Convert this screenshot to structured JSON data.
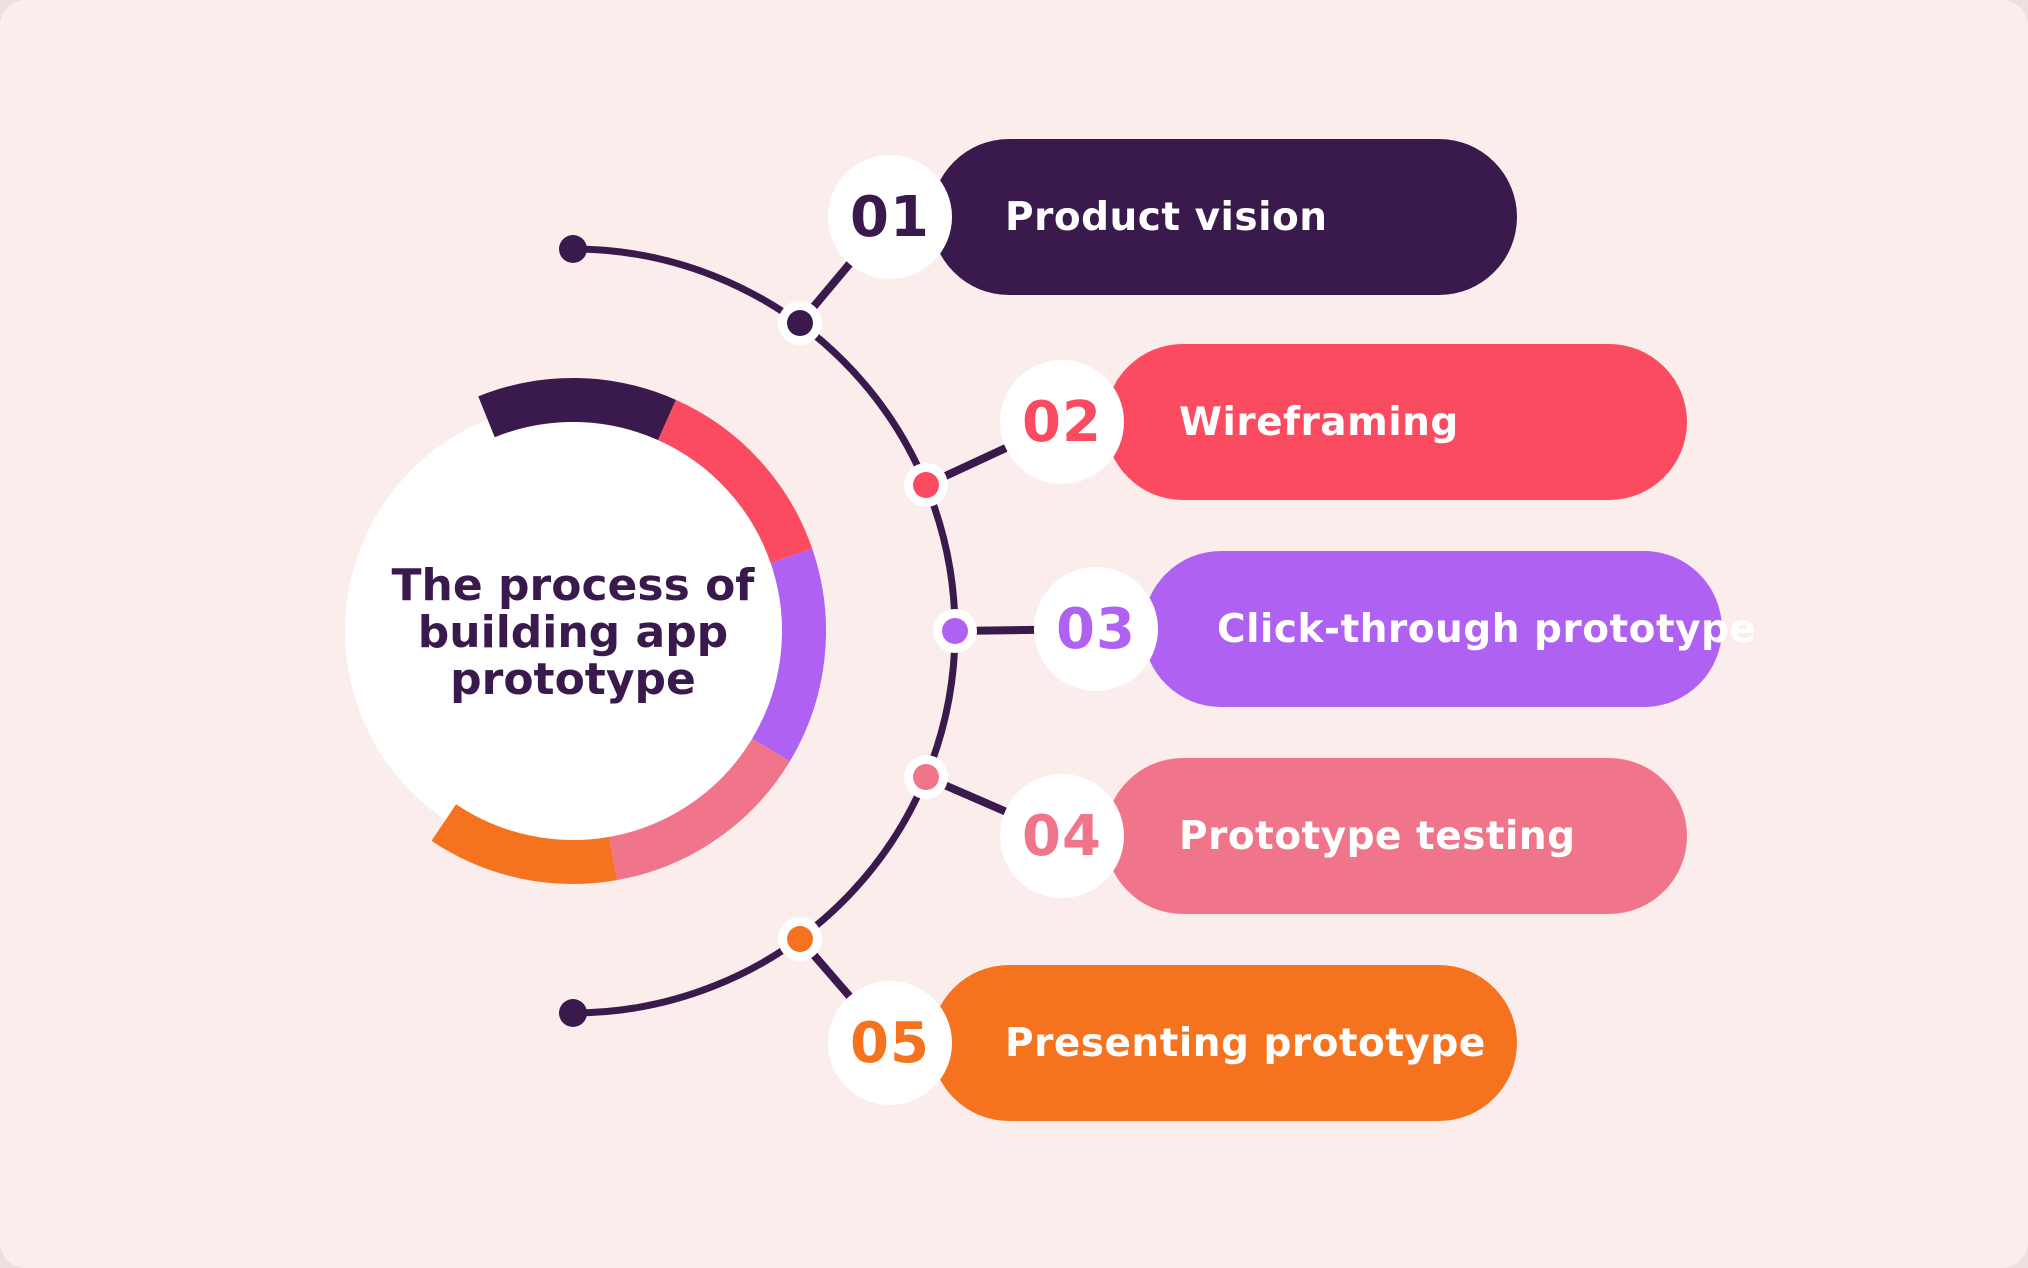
{
  "colors": {
    "page_background": "#ECDFDF",
    "card_background": "#FCEDED",
    "line": "#3A1A4D",
    "circle_fill": "#FFFFFF",
    "title_text": "#3A1A4D",
    "pill_text": "#FFFFFF"
  },
  "title": {
    "line1": "The process of",
    "line2": "building app",
    "line3": "prototype"
  },
  "steps": [
    {
      "number": "01",
      "label": "Product vision",
      "color": "#3A1A4D"
    },
    {
      "number": "02",
      "label": "Wireframing",
      "color": "#FA4B60"
    },
    {
      "number": "03",
      "label": "Click-through prototype",
      "color": "#AF62F1"
    },
    {
      "number": "04",
      "label": "Prototype testing",
      "color": "#F1758A"
    },
    {
      "number": "05",
      "label": "Presenting prototype",
      "color": "#F5731F"
    }
  ]
}
